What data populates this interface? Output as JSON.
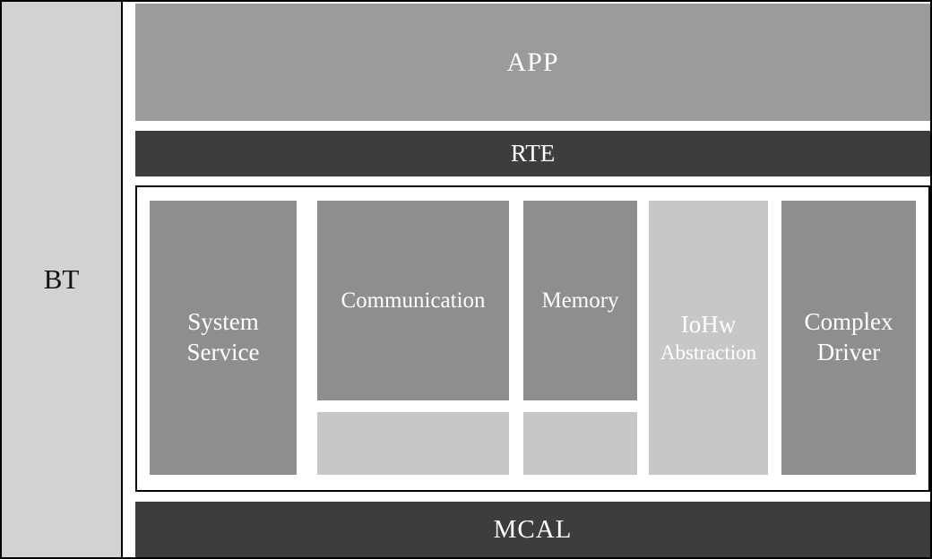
{
  "labels": {
    "bt": "BT",
    "app": "APP",
    "rte": "RTE",
    "mcal": "MCAL"
  },
  "bsw": {
    "columns": [
      {
        "label": "System Service"
      },
      {
        "label": "Communication"
      },
      {
        "label": "Memory"
      },
      {
        "label": "IoHw",
        "label_line2": "Abstraction"
      },
      {
        "label": "Complex Driver"
      }
    ]
  },
  "colors": {
    "bt_bg": "#d2d2d2",
    "app_bg": "#9b9b9b",
    "dark_bar_bg": "#3d3d3d",
    "block_bg": "#8e8e8e",
    "light_block_bg": "#c7c7c7",
    "text_light": "#ffffff",
    "text_dark": "#111111"
  }
}
